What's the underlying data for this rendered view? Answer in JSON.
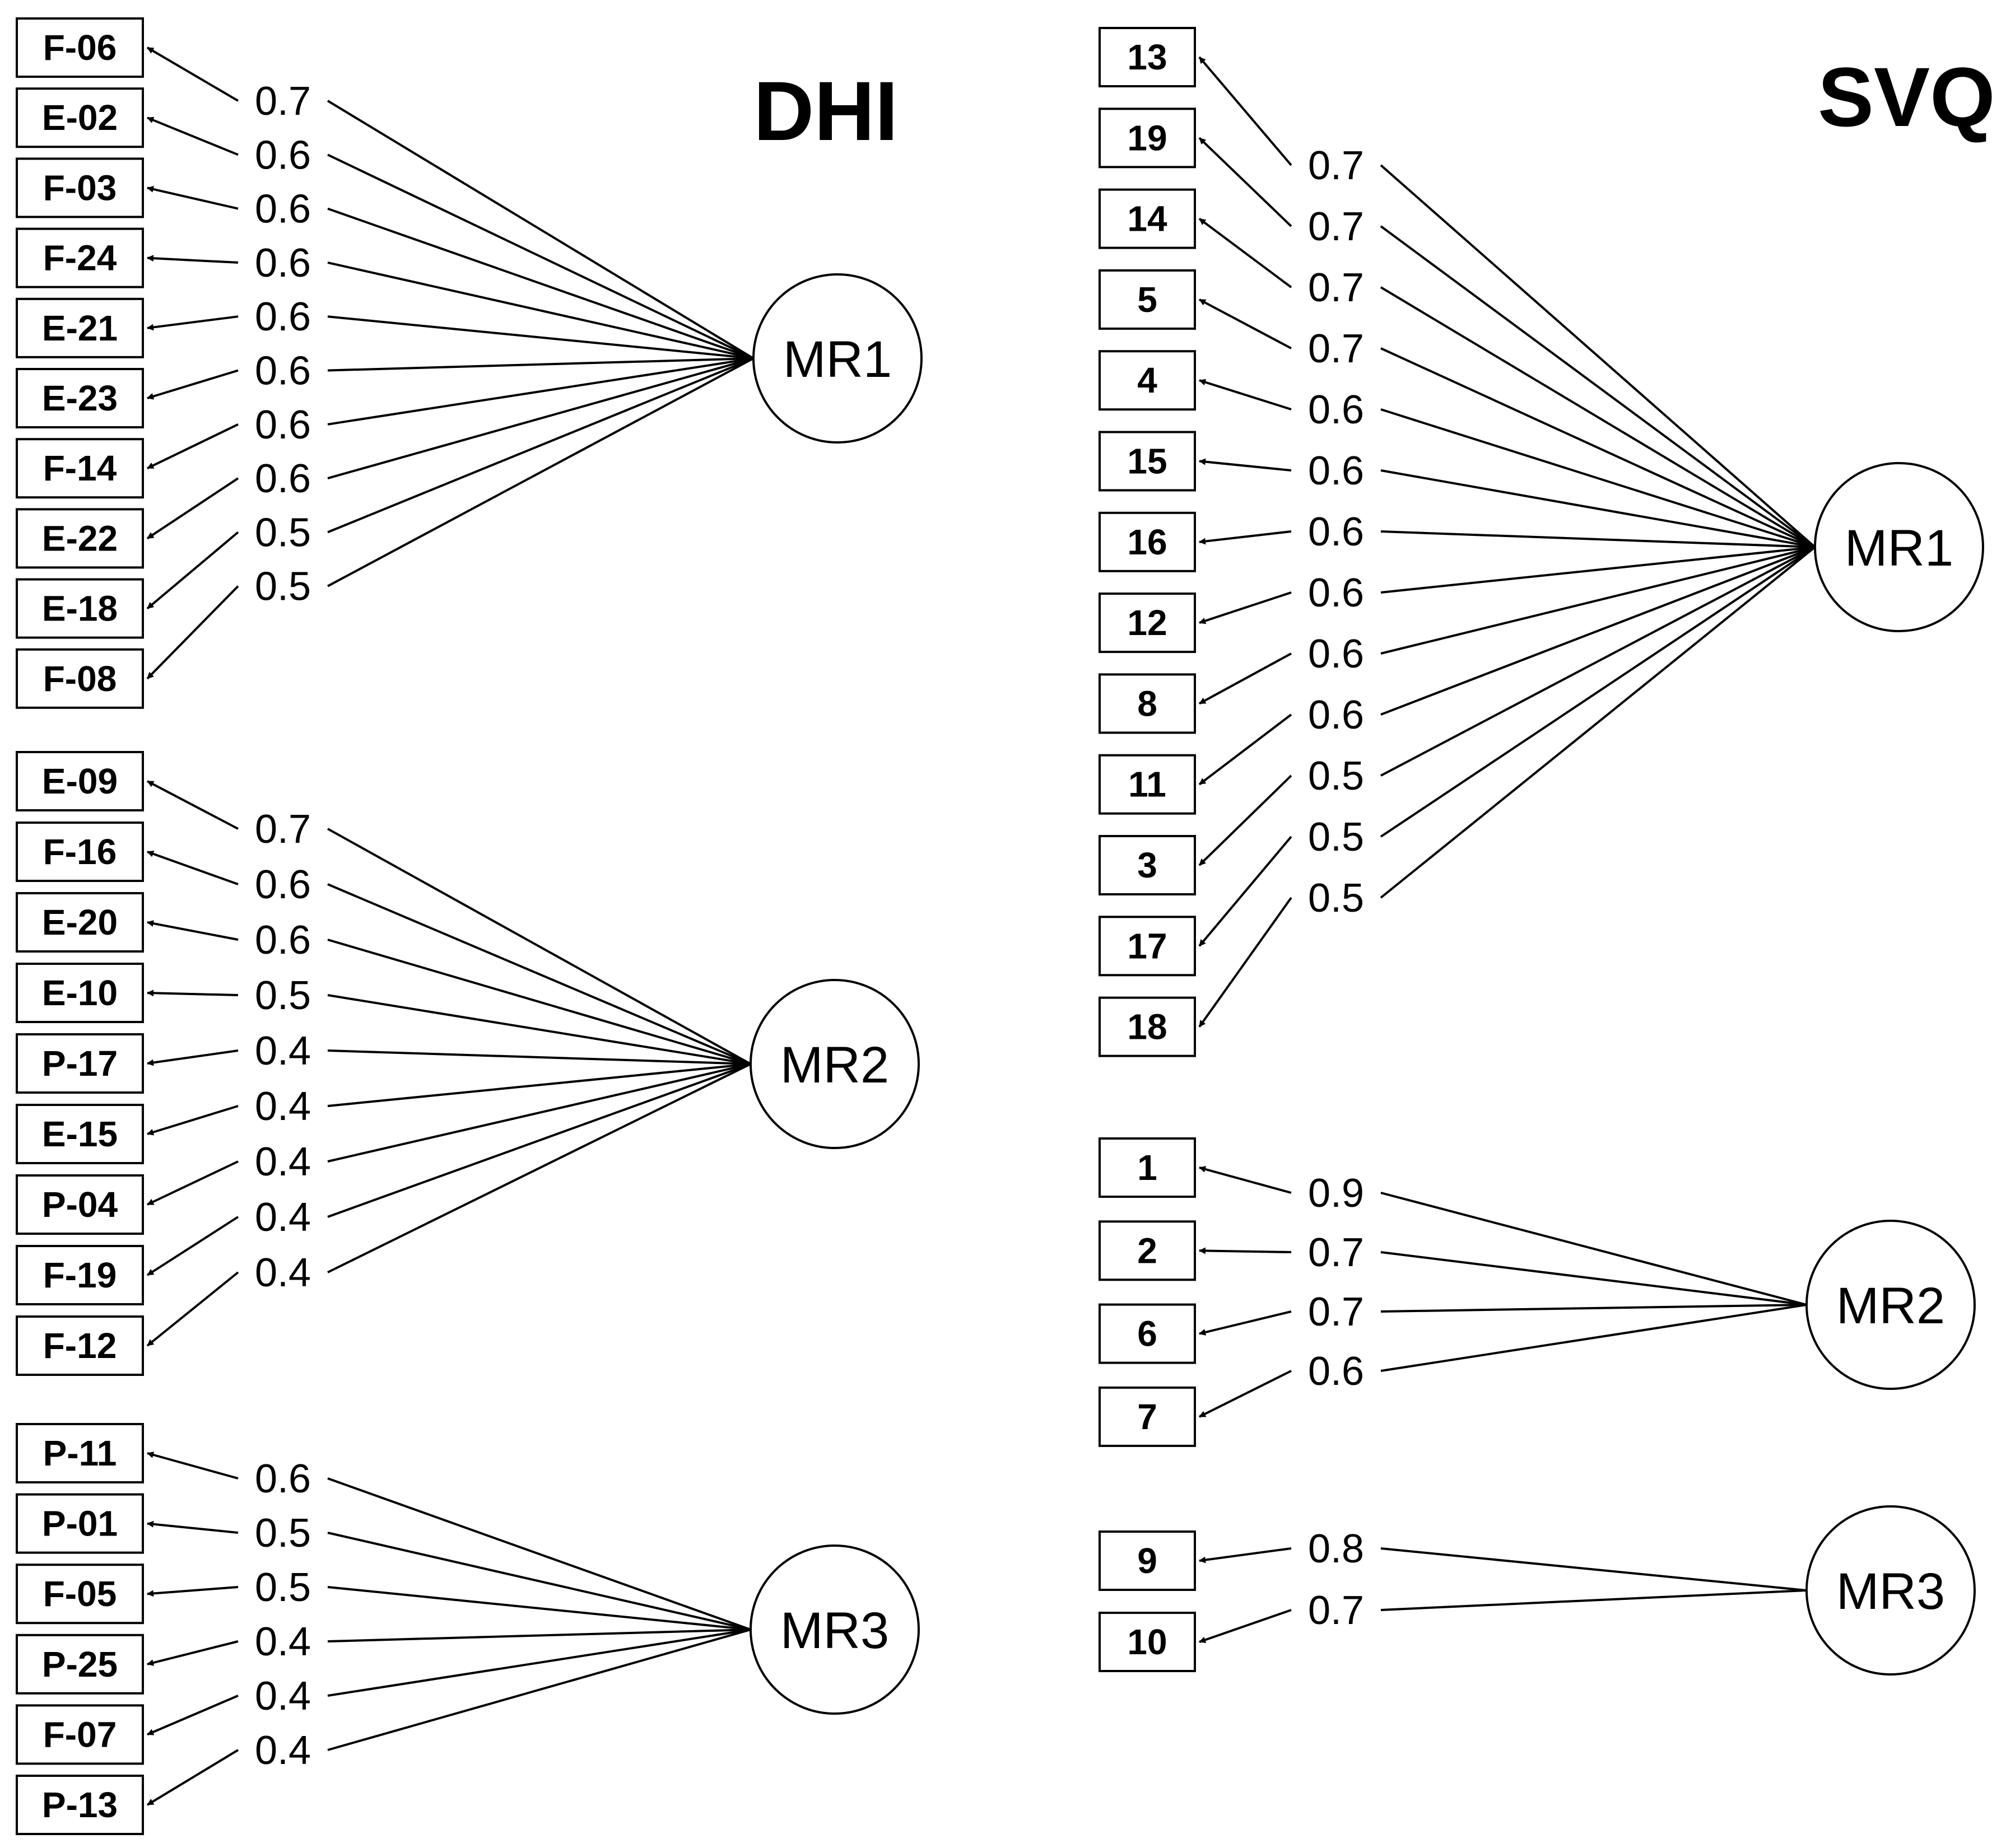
{
  "diagram": {
    "dhi": {
      "title": "DHI",
      "groups": [
        {
          "factor": "MR1",
          "items": [
            {
              "label": "F-06",
              "loading": "0.7"
            },
            {
              "label": "E-02",
              "loading": "0.6"
            },
            {
              "label": "F-03",
              "loading": "0.6"
            },
            {
              "label": "F-24",
              "loading": "0.6"
            },
            {
              "label": "E-21",
              "loading": "0.6"
            },
            {
              "label": "E-23",
              "loading": "0.6"
            },
            {
              "label": "F-14",
              "loading": "0.6"
            },
            {
              "label": "E-22",
              "loading": "0.6"
            },
            {
              "label": "E-18",
              "loading": "0.5"
            },
            {
              "label": "F-08",
              "loading": "0.5"
            }
          ]
        },
        {
          "factor": "MR2",
          "items": [
            {
              "label": "E-09",
              "loading": "0.7"
            },
            {
              "label": "F-16",
              "loading": "0.6"
            },
            {
              "label": "E-20",
              "loading": "0.6"
            },
            {
              "label": "E-10",
              "loading": "0.5"
            },
            {
              "label": "P-17",
              "loading": "0.4"
            },
            {
              "label": "E-15",
              "loading": "0.4"
            },
            {
              "label": "P-04",
              "loading": "0.4"
            },
            {
              "label": "F-19",
              "loading": "0.4"
            },
            {
              "label": "F-12",
              "loading": "0.4"
            }
          ]
        },
        {
          "factor": "MR3",
          "items": [
            {
              "label": "P-11",
              "loading": "0.6"
            },
            {
              "label": "P-01",
              "loading": "0.5"
            },
            {
              "label": "F-05",
              "loading": "0.5"
            },
            {
              "label": "P-25",
              "loading": "0.4"
            },
            {
              "label": "F-07",
              "loading": "0.4"
            },
            {
              "label": "P-13",
              "loading": "0.4"
            }
          ]
        }
      ]
    },
    "svq": {
      "title": "SVQ",
      "groups": [
        {
          "factor": "MR1",
          "items": [
            {
              "label": "13",
              "loading": "0.7"
            },
            {
              "label": "19",
              "loading": "0.7"
            },
            {
              "label": "14",
              "loading": "0.7"
            },
            {
              "label": "5",
              "loading": "0.7"
            },
            {
              "label": "4",
              "loading": "0.6"
            },
            {
              "label": "15",
              "loading": "0.6"
            },
            {
              "label": "16",
              "loading": "0.6"
            },
            {
              "label": "12",
              "loading": "0.6"
            },
            {
              "label": "8",
              "loading": "0.6"
            },
            {
              "label": "11",
              "loading": "0.6"
            },
            {
              "label": "3",
              "loading": "0.5"
            },
            {
              "label": "17",
              "loading": "0.5"
            },
            {
              "label": "18",
              "loading": "0.5"
            }
          ]
        },
        {
          "factor": "MR2",
          "items": [
            {
              "label": "1",
              "loading": "0.9"
            },
            {
              "label": "2",
              "loading": "0.7"
            },
            {
              "label": "6",
              "loading": "0.7"
            },
            {
              "label": "7",
              "loading": "0.6"
            }
          ]
        },
        {
          "factor": "MR3",
          "items": [
            {
              "label": "9",
              "loading": "0.8"
            },
            {
              "label": "10",
              "loading": "0.7"
            }
          ]
        }
      ]
    }
  }
}
